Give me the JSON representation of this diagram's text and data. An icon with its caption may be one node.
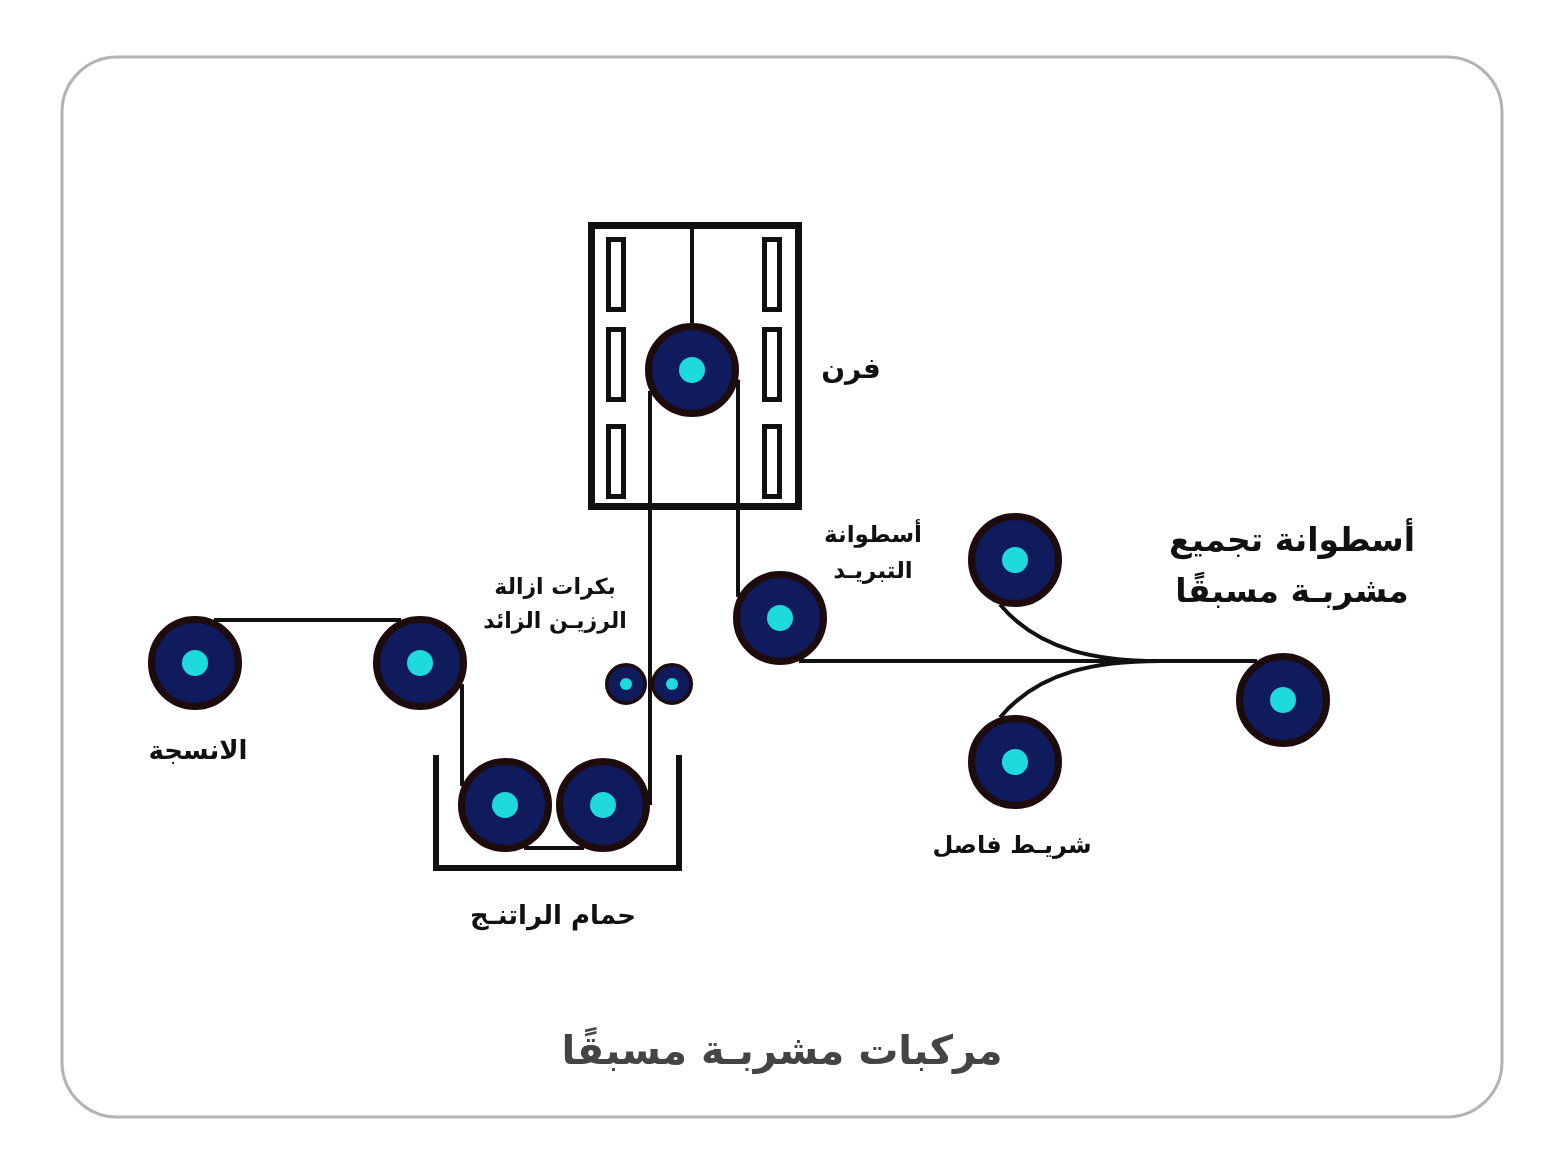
{
  "diagram": {
    "caption": "مركبات مشربـة مسبقًا",
    "nodes": [
      {
        "text": [],
        "shape": "box",
        "beside": [
          "فرن"
        ]
      },
      {
        "text": [],
        "shape": "circle",
        "in": 0
      },
      {
        "text": [],
        "shape": "circle",
        "beside": [
          "أسطوانة التبريـد"
        ]
      },
      {
        "text": [],
        "shape": "circle"
      },
      {
        "text": [],
        "shape": "circle",
        "beside": [
          "أسطوانة تجميع مشربـة مسبقًا"
        ]
      },
      {
        "text": [],
        "shape": "circle",
        "beside": [
          "الانسجة"
        ]
      },
      {
        "text": [],
        "shape": "circle"
      },
      {
        "text": [],
        "shape": "circle"
      },
      {
        "text": [],
        "shape": "circle"
      },
      {
        "text": [],
        "shape": "tank",
        "beside": [
          "حمام الراتنـج"
        ]
      },
      {
        "text": [],
        "shape": "circle",
        "in": 9
      },
      {
        "text": [],
        "shape": "circle",
        "in": 9
      },
      {
        "text": [],
        "shape": "circle",
        "beside": [
          "شريـط فاصل"
        ]
      }
    ],
    "edges": [
      {
        "from": 5,
        "to": 6,
        "arrow": "none"
      },
      {
        "from": 6,
        "to": 10,
        "arrow": "none"
      },
      {
        "from": 10,
        "to": 11,
        "arrow": "none"
      },
      {
        "from": 11,
        "to": 1,
        "arrow": "none"
      },
      {
        "from": 1,
        "to": 0,
        "arrow": "none"
      },
      {
        "from": 1,
        "to": 2,
        "arrow": "none"
      },
      {
        "from": 2,
        "to": 4,
        "arrow": "none"
      },
      {
        "from": 3,
        "to": 4,
        "arrow": "none"
      },
      {
        "from": 12,
        "to": 4,
        "arrow": "none"
      }
    ],
    "labels": [
      "بكرات ازالة الرزيـن الزائد"
    ]
  }
}
